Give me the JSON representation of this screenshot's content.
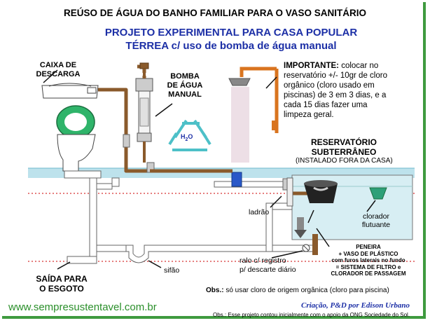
{
  "title": {
    "line1": "REÚSO DE ÁGUA DO BANHO FAMILIAR PARA O VASO SANITÁRIO",
    "line2": "PROJETO EXPERIMENTAL PARA CASA POPULAR",
    "line3": "TÉRREA c/ uso de bomba de água manual"
  },
  "labels": {
    "caixa": [
      "CAIXA DE",
      "DESCARGA"
    ],
    "bomba": [
      "BOMBA",
      "DE ÁGUA",
      "MANUAL"
    ],
    "h2o": "H",
    "h2o_sub": "2",
    "h2o_o": "O",
    "reservatorio": [
      "RESERVATÓRIO",
      "SUBTERRÂNEO"
    ],
    "instalado": "(INSTALADO FORA DA CASA)",
    "ladrao": "ladrão",
    "clorador": [
      "clorador",
      "flutuante"
    ],
    "peneira": [
      "PENEIRA",
      "+ VASO DE PLÁSTICO",
      "com furos laterais no fundo",
      "= SISTEMA DE FILTRO e",
      "CLORADOR DE PASSAGEM"
    ],
    "ralo": [
      "ralo c/ registro",
      "p/ descarte diário"
    ],
    "sifao": "sifão",
    "saida": [
      "SAÍDA PARA",
      "O ESGOTO"
    ]
  },
  "important": {
    "bold": "IMPORTANTE:",
    "text": " colocar no reservatório +/- 10gr de cloro orgânico (cloro usado em piscinas) de 3 em 3 dias, e a cada 15 dias fazer uma limpeza geral."
  },
  "obs": {
    "bold": "Obs.:",
    "text": " só usar cloro de origem orgânica (cloro para piscina)"
  },
  "footer": {
    "site": "www.sempresustentavel.com.br",
    "credit": "Criação, P&D por Edison Urbano",
    "note": "Obs.: Esse projeto contou inicialmente com o apoio da ONG Sociedade do Sol."
  },
  "colors": {
    "title_blue": "#1c2fa6",
    "pipe_brown": "#8a5a2b",
    "water": "#d7eef3",
    "floor": "#9fd0e0",
    "border_green": "#3f9a3f",
    "teal_recycle": "#4dc0c8",
    "red_dotted": "#d83030",
    "shower_orange": "#d9741f"
  }
}
